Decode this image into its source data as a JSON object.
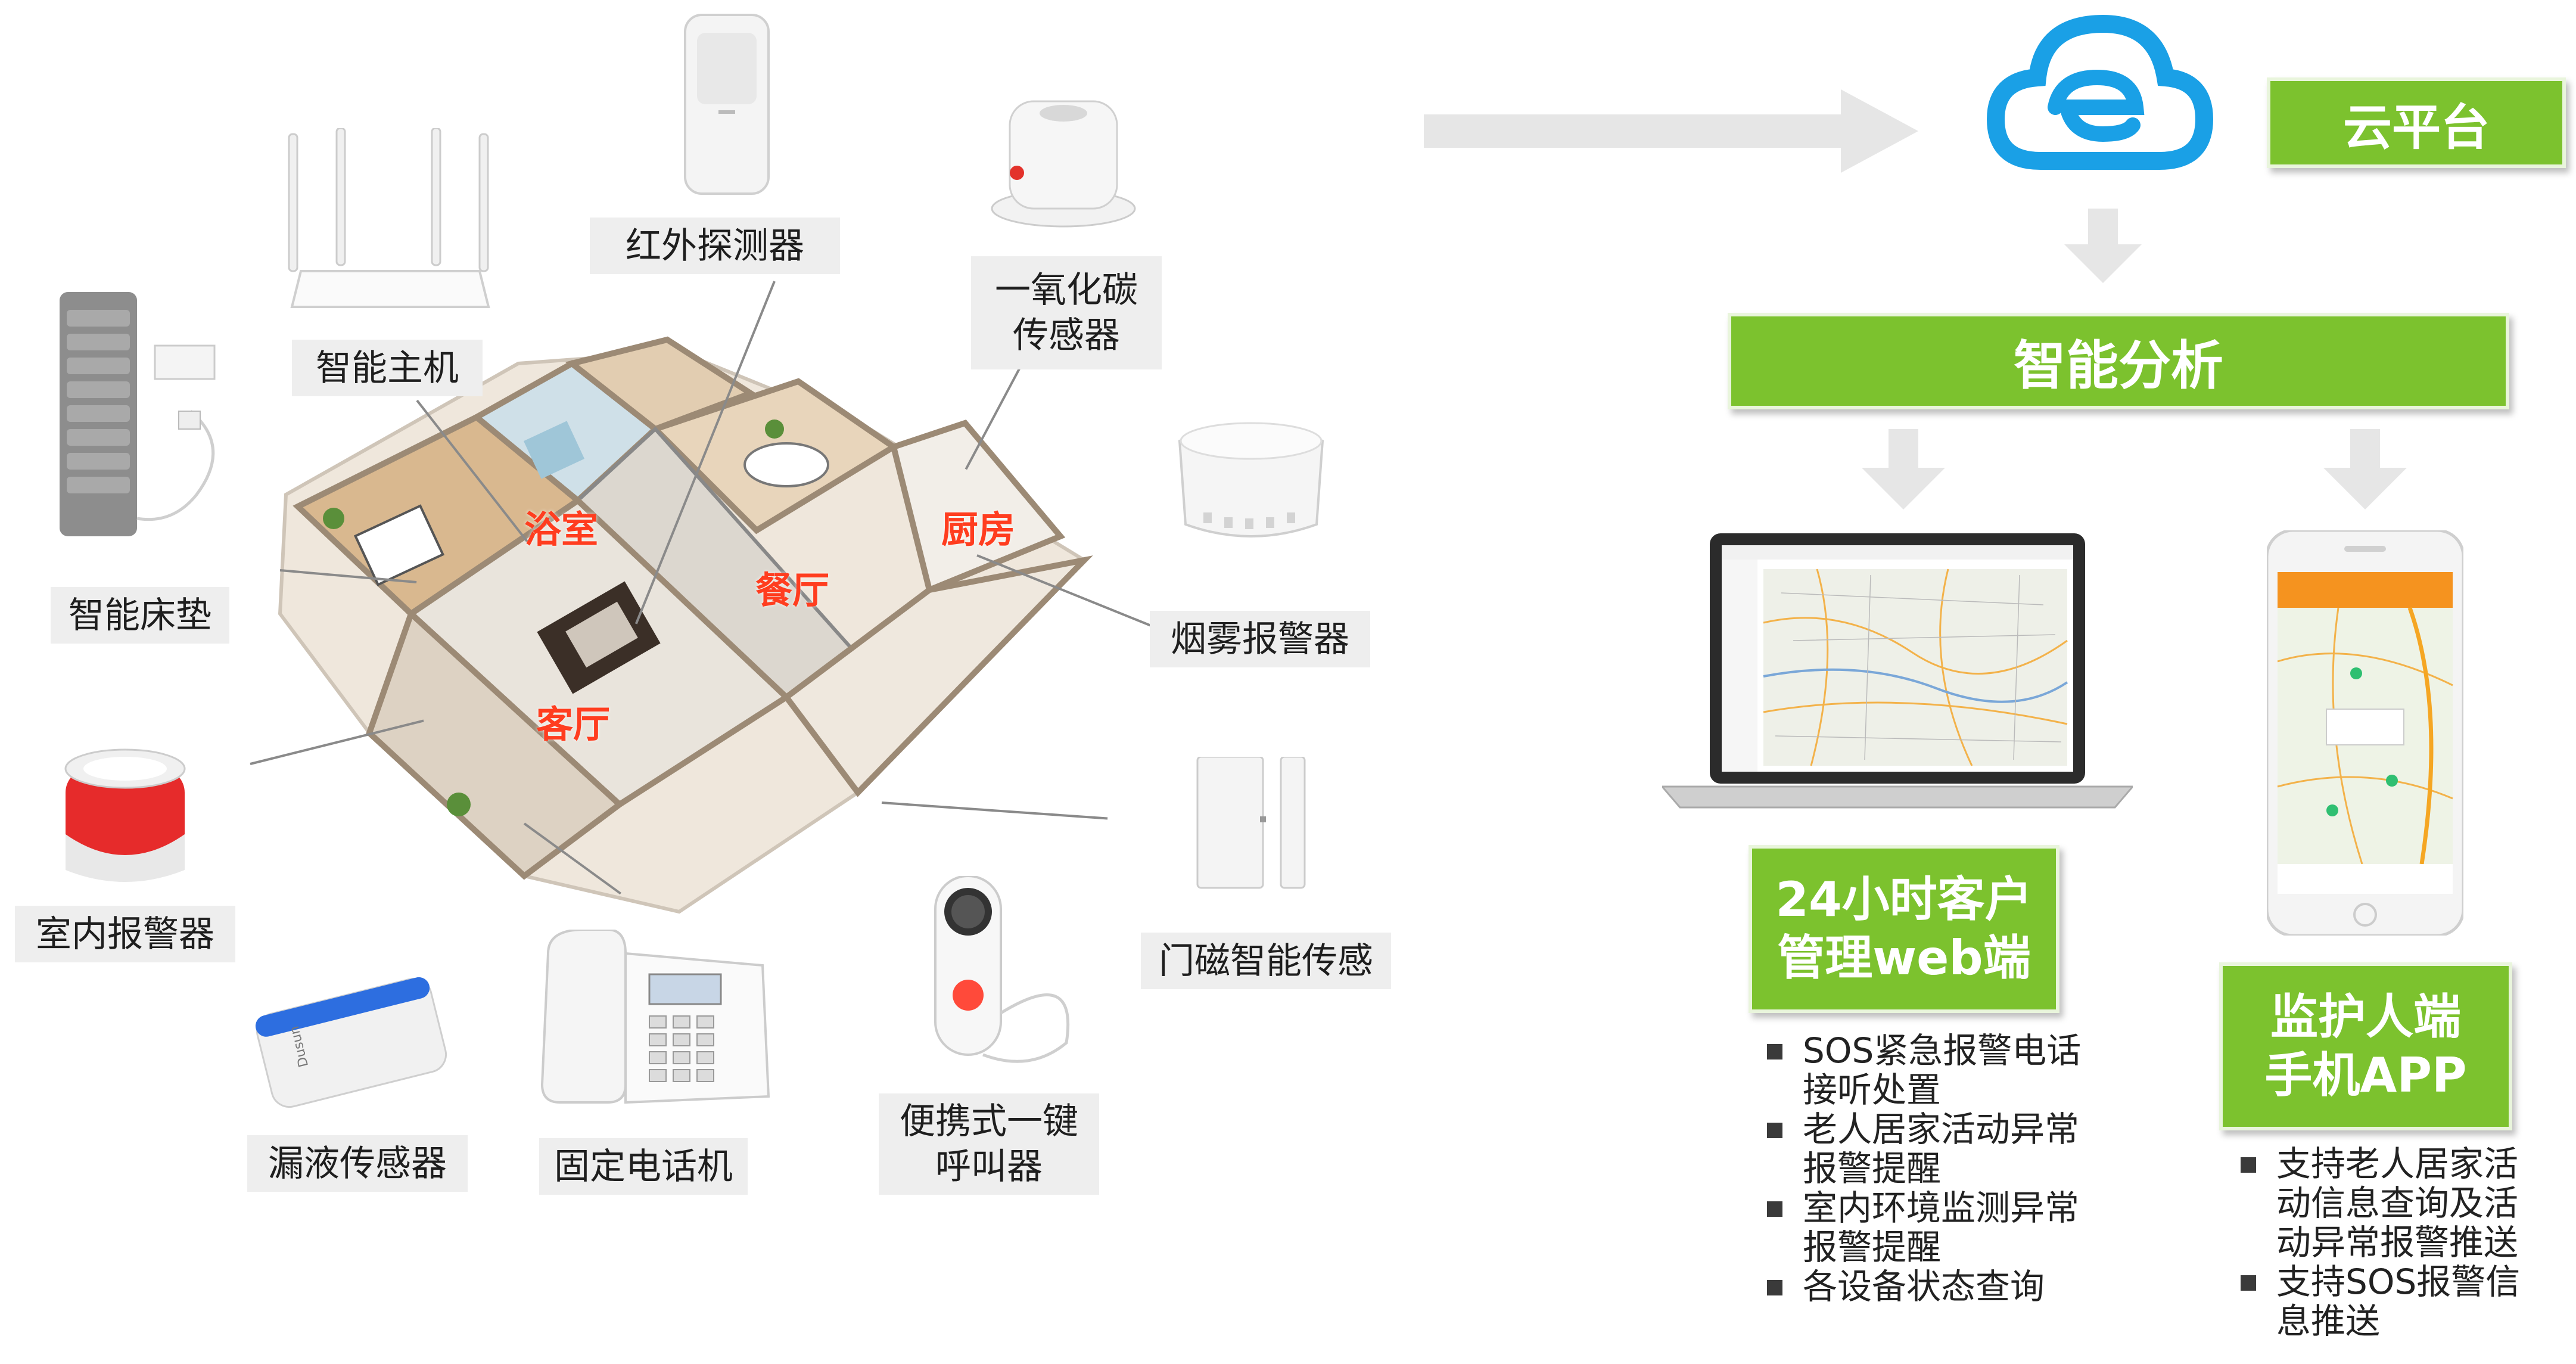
{
  "devices": {
    "infrared": "红外探测器",
    "gateway": "智能主机",
    "co_sensor": "一氧化碳\n传感器",
    "bed_pad": "智能床垫",
    "smoke": "烟雾报警器",
    "siren": "室内报警器",
    "door": "门磁智能传感",
    "leak": "漏液传感器",
    "phone": "固定电话机",
    "sos": "便携式一键\n呼叫器"
  },
  "rooms": {
    "bath": "浴室",
    "dining": "餐厅",
    "kitchen": "厨房",
    "living": "客厅"
  },
  "cloud": {
    "title": "云平台"
  },
  "analysis": {
    "title": "智能分析"
  },
  "web": {
    "title": "24小时客户\n管理web端",
    "bullets": [
      "SOS紧急报警电话\n接听处置",
      "老人居家活动异常\n报警提醒",
      "室内环境监测异常\n报警提醒",
      "各设备状态查询"
    ]
  },
  "app": {
    "title": "监护人端\n手机APP",
    "bullets": [
      "支持老人居家活\n动信息查询及活\n动异常报警推送",
      "支持SOS报警信\n息推送"
    ]
  },
  "colors": {
    "green": "#7cc22e",
    "cloud_blue": "#1aa0e6",
    "room_red": "#ff3d1f",
    "arrow_grey": "#e6e6e6",
    "app_orange": "#f5931f"
  }
}
